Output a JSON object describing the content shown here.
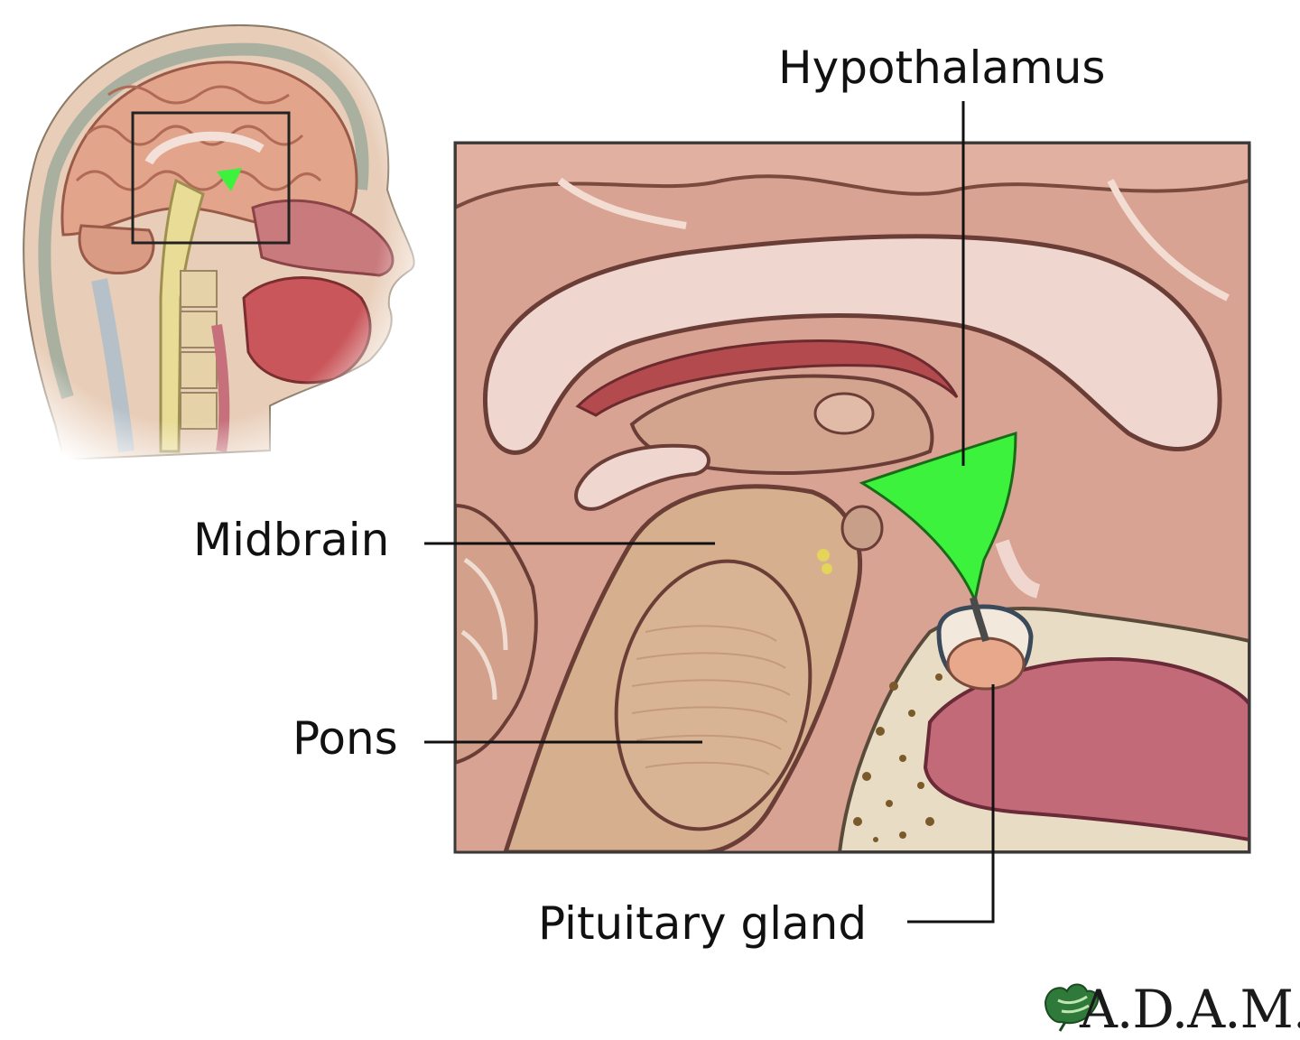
{
  "labels": {
    "hypothalamus": "Hypothalamus",
    "midbrain": "Midbrain",
    "pons": "Pons",
    "pituitary": "Pituitary gland"
  },
  "logo": {
    "text": "A.D.A.M."
  },
  "colors": {
    "hypothalamus_highlight": "#3cf23c",
    "brain_tissue": "#d9a394",
    "brainstem": "#d6b08e",
    "background": "#ffffff"
  }
}
